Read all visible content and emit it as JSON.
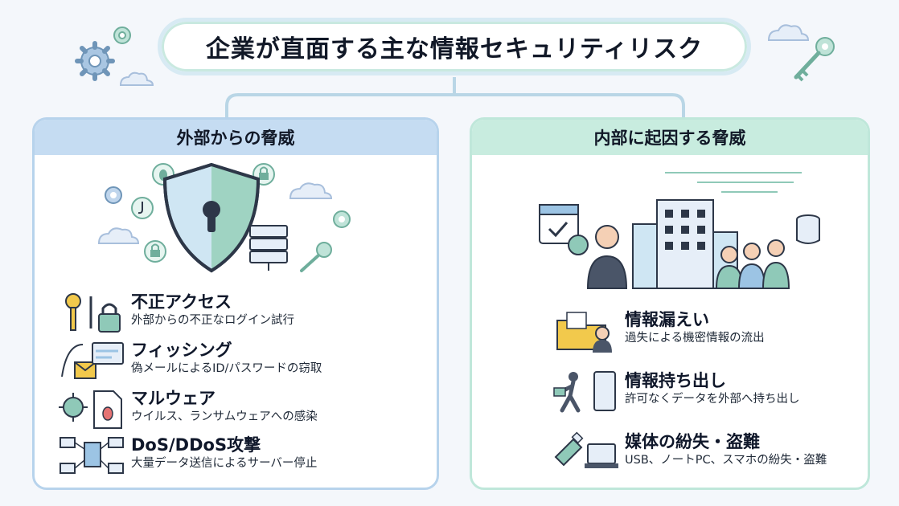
{
  "title": "企業が直面する主な情報セキュリティリスク",
  "left_panel": {
    "heading": "外部からの脅威",
    "items": [
      {
        "title": "不正アクセス",
        "desc": "外部からの不正なログイン試行",
        "icon": "key-lock-icon"
      },
      {
        "title": "フィッシング",
        "desc": "偽メールによるID/パスワードの窃取",
        "icon": "phishing-hook-icon"
      },
      {
        "title": "マルウェア",
        "desc": "ウイルス、ランサムウェアへの感染",
        "icon": "virus-bug-icon"
      },
      {
        "title": "DoS/DDoS攻撃",
        "desc": "大量データ送信によるサーバー停止",
        "icon": "network-attack-icon"
      }
    ]
  },
  "right_panel": {
    "heading": "内部に起因する脅威",
    "items": [
      {
        "title": "情報漏えい",
        "desc": "過失による機密情報の流出",
        "icon": "folder-leak-icon"
      },
      {
        "title": "情報持ち出し",
        "desc": "許可なくデータを外部へ持ち出し",
        "icon": "person-carry-data-icon"
      },
      {
        "title": "媒体の紛失・盗難",
        "desc": "USB、ノートPC、スマホの紛失・盗難",
        "icon": "usb-laptop-icon"
      }
    ]
  },
  "colors": {
    "left_accent": "#c5dcf2",
    "right_accent": "#c8ecdf",
    "icon_teal": "#8fc9b8",
    "icon_blue": "#9cc4e4",
    "icon_dark": "#2d3748"
  }
}
